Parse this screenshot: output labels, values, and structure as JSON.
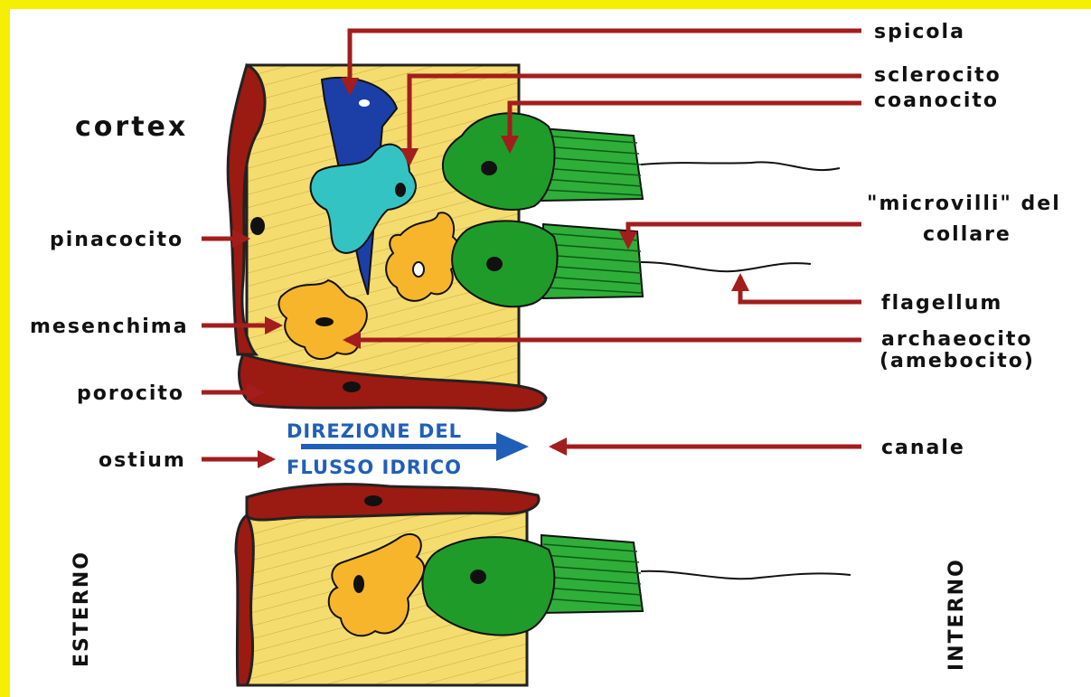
{
  "labels": {
    "spicola": "spicola",
    "sclerocito": "sclerocito",
    "coanocito": "coanocito",
    "microvilli_1": "\"microvilli\" del",
    "microvilli_2": "collare",
    "flagellum": "flagellum",
    "archaeocito_1": "archaeocito",
    "archaeocito_2": "(amebocito)",
    "canale": "canale",
    "cortex": "cortex",
    "pinacocito": "pinacocito",
    "mesenchima": "mesenchima",
    "porocito": "porocito",
    "ostium": "ostium",
    "esterno": "ESTERNO",
    "interno": "INTERNO",
    "flow_1": "DIREZIONE DEL",
    "flow_2": "FLUSSO IDRICO"
  },
  "colors": {
    "border": "#f4ee00",
    "mesohyl": "#f5dc6e",
    "pinacocyte": "#9b1a12",
    "choanocyte": "#1f9b2a",
    "collar": "#2fae3a",
    "archaeocyte": "#f6b52a",
    "sclerocyte": "#34c3c3",
    "spicule": "#1b3fa6",
    "flow_arrow": "#1f5fb8",
    "pointer": "#a31d1d"
  }
}
